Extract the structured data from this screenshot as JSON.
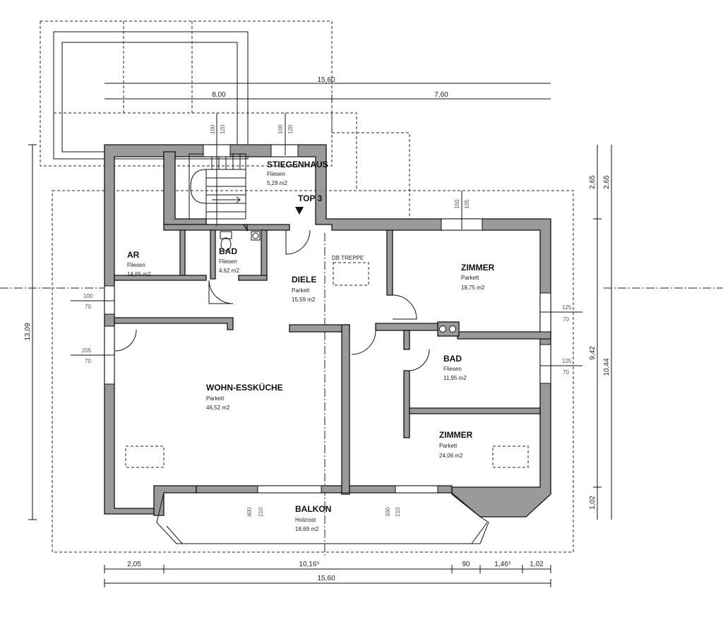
{
  "rooms": {
    "stiegenhaus": {
      "name": "STIEGENHAUS",
      "floor": "Fliesen",
      "area": "5,29 m2"
    },
    "top": {
      "label": "TOP 3"
    },
    "ar": {
      "name": "AR",
      "floor": "Fliesen",
      "area": "14,65 m2"
    },
    "bad1": {
      "name": "BAD",
      "floor": "Fliesen",
      "area": "4,62 m2"
    },
    "diele": {
      "name": "DIELE",
      "floor": "Parkett",
      "area": "15,59 m2"
    },
    "db_treppe": {
      "label": "DB TREPPE"
    },
    "zimmer1": {
      "name": "ZIMMER",
      "floor": "Parkett",
      "area": "18,75 m2"
    },
    "bad2": {
      "name": "BAD",
      "floor": "Fliesen",
      "area": "11,95 m2"
    },
    "wohn": {
      "name": "WOHN-ESSKÜCHE",
      "floor": "Parkett",
      "area": "46,52 m2"
    },
    "zimmer2": {
      "name": "ZIMMER",
      "floor": "Parkett",
      "area": "24,06 m2"
    },
    "balkon": {
      "name": "BALKON",
      "floor": "Holzrost",
      "area": "18,69 m2"
    }
  },
  "dimensions": {
    "top_total": "15,60",
    "top_left": "8,00",
    "top_right": "7,60",
    "bottom_a": "2,05",
    "bottom_b": "10,16⁵",
    "bottom_c": "90",
    "bottom_d": "1,46⁵",
    "bottom_e": "1,02",
    "bottom_total": "15,60",
    "left_height": "13,09",
    "right_a": "2,65",
    "right_b": "2,65",
    "right_c": "9,42",
    "right_d": "10,44",
    "right_e": "1,02"
  },
  "window_notes": {
    "w1_top": "100",
    "w1_bot": "120",
    "w2_top": "100",
    "w2_bot": "120",
    "w3_top": "150",
    "w3_bot": "105",
    "l1_top": "100",
    "l1_bot": "70",
    "l2_top": "205",
    "l2_bot": "70",
    "r1_top": "125",
    "r1_bot": "70",
    "r2_top": "125",
    "r2_bot": "70",
    "b1_top": "400",
    "b1_bot": "210",
    "b2_top": "300",
    "b2_bot": "210"
  }
}
